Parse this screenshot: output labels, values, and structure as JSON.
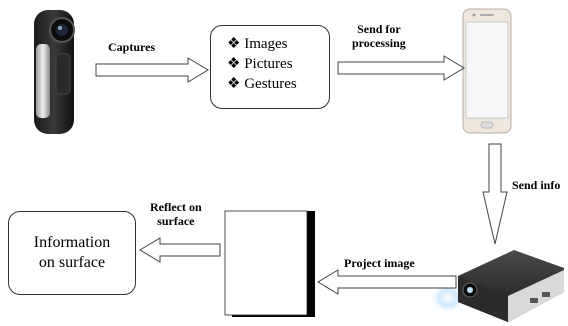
{
  "diagram": {
    "nodes": {
      "list": {
        "bullet": "❖",
        "items": [
          "Images",
          "Pictures",
          "Gestures"
        ]
      },
      "info": {
        "text": "Information\non surface"
      }
    },
    "edges": {
      "captures": "Captures",
      "send_processing": "Send for\nprocessing",
      "send_info": "Send info",
      "reflect": "Reflect on\nsurface",
      "project": "Project image"
    },
    "icons": [
      "camera-icon",
      "smartphone-icon",
      "projector-icon",
      "projection-screen-icon"
    ]
  }
}
